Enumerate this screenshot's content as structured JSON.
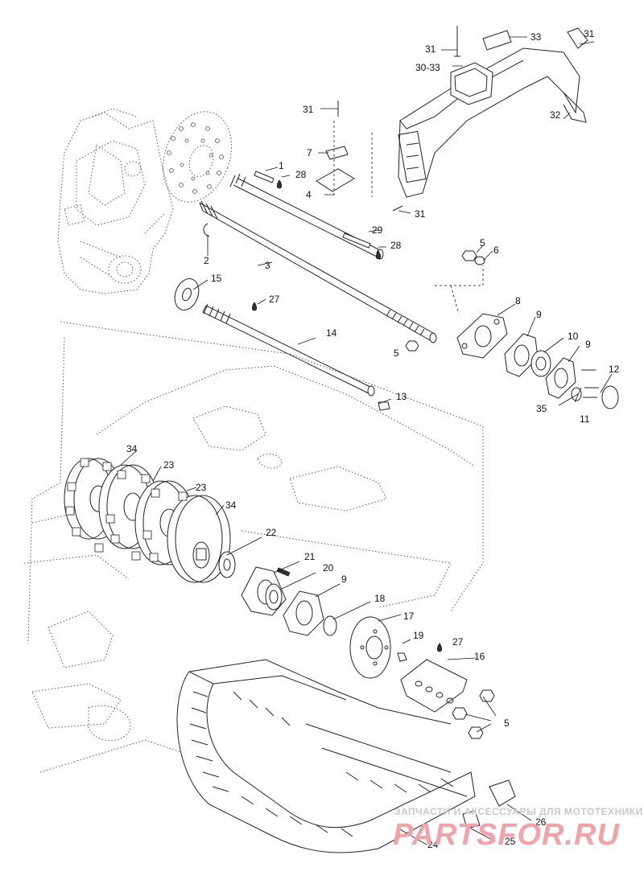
{
  "callouts": [
    {
      "id": "c1",
      "text": "1"
    },
    {
      "id": "c2",
      "text": "2"
    },
    {
      "id": "c3",
      "text": "3"
    },
    {
      "id": "c4",
      "text": "4"
    },
    {
      "id": "c5a",
      "text": "5"
    },
    {
      "id": "c5b",
      "text": "5"
    },
    {
      "id": "c5c",
      "text": "5"
    },
    {
      "id": "c6",
      "text": "6"
    },
    {
      "id": "c7",
      "text": "7"
    },
    {
      "id": "c8",
      "text": "8"
    },
    {
      "id": "c9a",
      "text": "9"
    },
    {
      "id": "c9b",
      "text": "9"
    },
    {
      "id": "c9c",
      "text": "9"
    },
    {
      "id": "c10",
      "text": "10"
    },
    {
      "id": "c11",
      "text": "11"
    },
    {
      "id": "c12",
      "text": "12"
    },
    {
      "id": "c13",
      "text": "13"
    },
    {
      "id": "c14",
      "text": "14"
    },
    {
      "id": "c15",
      "text": "15"
    },
    {
      "id": "c16",
      "text": "16"
    },
    {
      "id": "c17",
      "text": "17"
    },
    {
      "id": "c18",
      "text": "18"
    },
    {
      "id": "c19",
      "text": "19"
    },
    {
      "id": "c20",
      "text": "20"
    },
    {
      "id": "c21",
      "text": "21"
    },
    {
      "id": "c22",
      "text": "22"
    },
    {
      "id": "c23a",
      "text": "23"
    },
    {
      "id": "c23b",
      "text": "23"
    },
    {
      "id": "c24",
      "text": "24"
    },
    {
      "id": "c25",
      "text": "25"
    },
    {
      "id": "c26",
      "text": "26"
    },
    {
      "id": "c27a",
      "text": "27"
    },
    {
      "id": "c27b",
      "text": "27"
    },
    {
      "id": "c28a",
      "text": "28"
    },
    {
      "id": "c28b",
      "text": "28"
    },
    {
      "id": "c29",
      "text": "29"
    },
    {
      "id": "c30_33",
      "text": "30-33"
    },
    {
      "id": "c31a",
      "text": "31"
    },
    {
      "id": "c31b",
      "text": "31"
    },
    {
      "id": "c31c",
      "text": "31"
    },
    {
      "id": "c31d",
      "text": "31"
    },
    {
      "id": "c32",
      "text": "32"
    },
    {
      "id": "c33",
      "text": "33"
    },
    {
      "id": "c34a",
      "text": "34"
    },
    {
      "id": "c34b",
      "text": "34"
    },
    {
      "id": "c35",
      "text": "35"
    }
  ],
  "watermark": {
    "tagline": "ЗАПЧАСТИ И АКСЕССУАРЫ ДЛЯ МОТОТЕХНИКИ",
    "brand": "PARTSFOR.RU"
  },
  "colors": {
    "line": "#222222",
    "watermark_tagline": "#c9c9c9",
    "watermark_brand": "#f2a3a8"
  }
}
